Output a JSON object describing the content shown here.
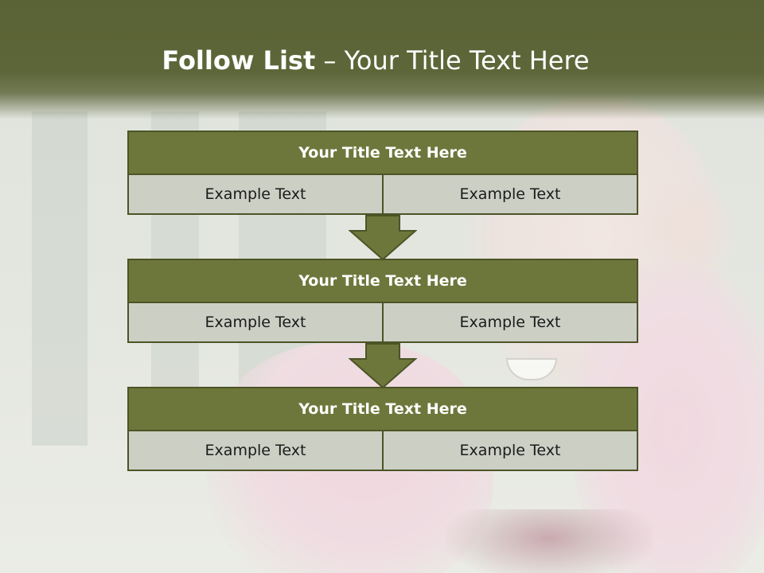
{
  "slide": {
    "title_bold": "Follow List",
    "title_rest": " – Your Title Text Here"
  },
  "blocks": [
    {
      "title": "Your Title Text Here",
      "left": "Example Text",
      "right": "Example Text"
    },
    {
      "title": "Your Title Text Here",
      "left": "Example Text",
      "right": "Example Text"
    },
    {
      "title": "Your Title Text Here",
      "left": "Example Text",
      "right": "Example Text"
    }
  ],
  "colors": {
    "header": "#5d6638",
    "title_bar": "#6e773b",
    "cell": "#cccfc3",
    "border": "#4c5426"
  }
}
